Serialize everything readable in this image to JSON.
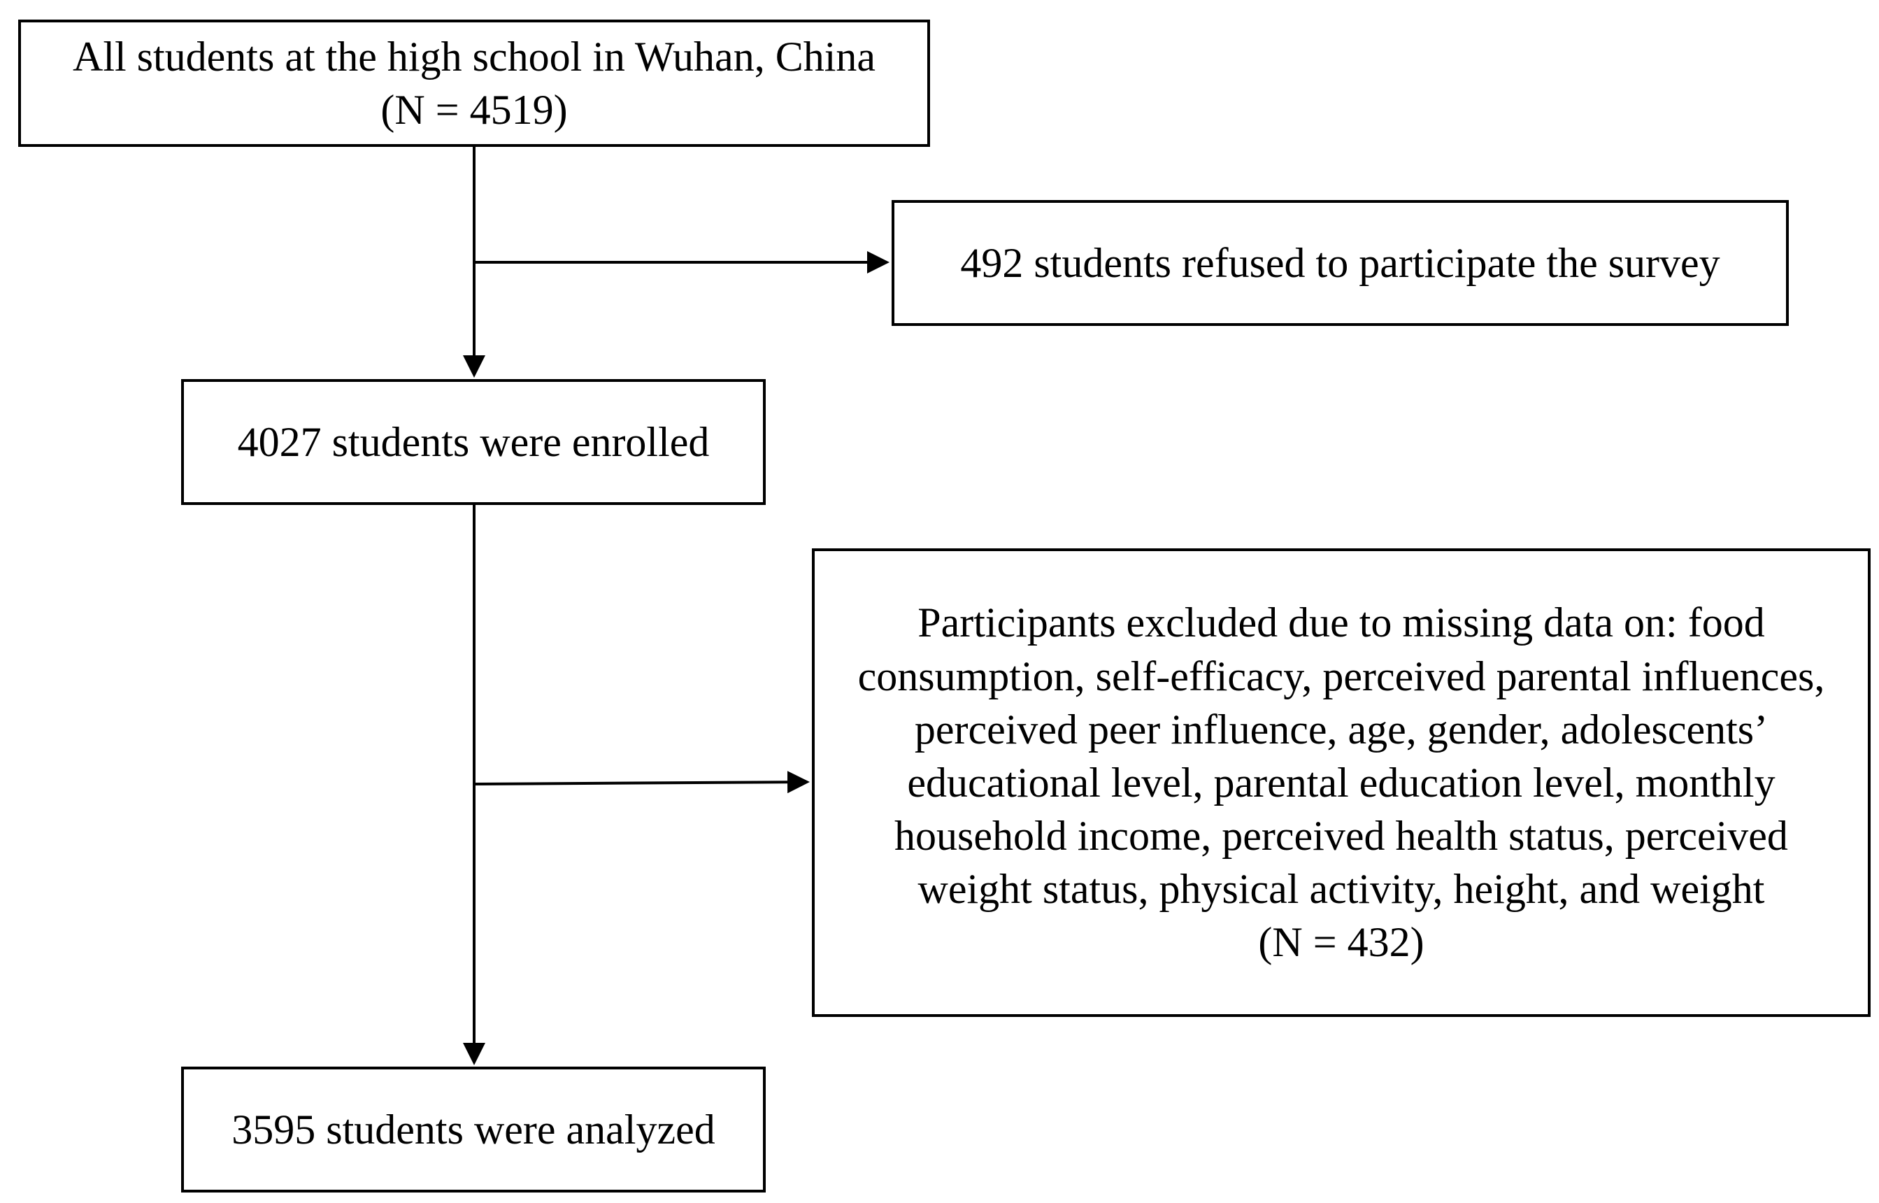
{
  "flowchart": {
    "total": {
      "text": "All students at the high school in Wuhan, China\n(N = 4519)"
    },
    "refused": {
      "text": "492 students refused to participate the survey"
    },
    "enrolled": {
      "text": "4027 students were enrolled"
    },
    "excluded": {
      "text": "Participants excluded due to missing data on: food\nconsumption, self-efficacy, perceived parental influences,\nperceived peer influence, age, gender, adolescents’\neducational level, parental education level, monthly\nhousehold income, perceived health status, perceived\nweight status, physical activity, height, and weight\n(N = 432)"
    },
    "analyzed": {
      "text": "3595 students were analyzed"
    }
  },
  "colors": {
    "line": "#000000",
    "box_border": "#000000",
    "background": "#ffffff"
  }
}
